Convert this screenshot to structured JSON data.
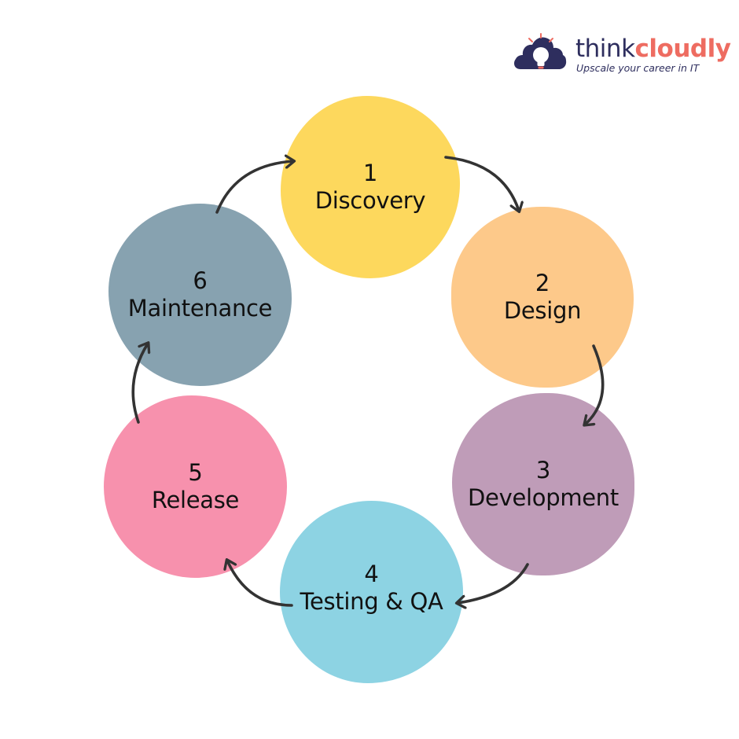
{
  "brand": {
    "name_part1": "think",
    "name_part2": "cloudly",
    "tagline": "Upscale your career in IT",
    "colors": {
      "dark": "#2e2e5e",
      "accent": "#ee6c61"
    }
  },
  "cycle": {
    "stages": [
      {
        "number": "1",
        "label": "Discovery",
        "color": "#fdd85d"
      },
      {
        "number": "2",
        "label": "Design",
        "color": "#fdc98a"
      },
      {
        "number": "3",
        "label": "Development",
        "color": "#bf9cb8"
      },
      {
        "number": "4",
        "label": "Testing & QA",
        "color": "#8dd3e3"
      },
      {
        "number": "5",
        "label": "Release",
        "color": "#f791ad"
      },
      {
        "number": "6",
        "label": "Maintenance",
        "color": "#87a2b0"
      }
    ],
    "arrow_color": "#333333",
    "direction": "clockwise"
  }
}
